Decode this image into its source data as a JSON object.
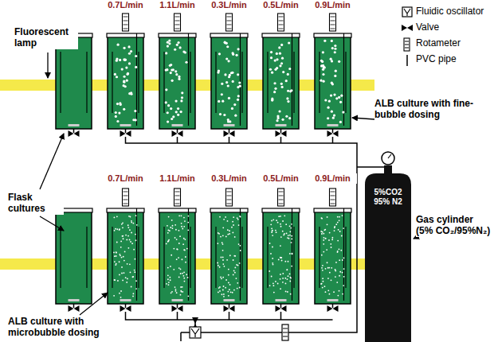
{
  "diagram": {
    "nodes": [
      {
        "text": [
          "5%CO2 95% N2"
        ]
      }
    ],
    "labels": [
      "Fluorescent lamp",
      "0.7L/min",
      "1.1L/min",
      "0.3L/min",
      "0.5L/min",
      "0.9L/min",
      "ALB culture with fine-bubble dosing",
      "Flask cultures",
      "0.7L/min",
      "1.1L/min",
      "0.3L/min",
      "0.5L/min",
      "0.9L/min",
      "ALB culture with microbubble dosing",
      "Gas cylinder (5% CO₂/95%N₂)"
    ],
    "legend": [
      {
        "text": "Fluidic oscillator"
      },
      {
        "text": "Valve"
      },
      {
        "text": "Rotameter"
      },
      {
        "text": "PVC pipe"
      }
    ]
  }
}
